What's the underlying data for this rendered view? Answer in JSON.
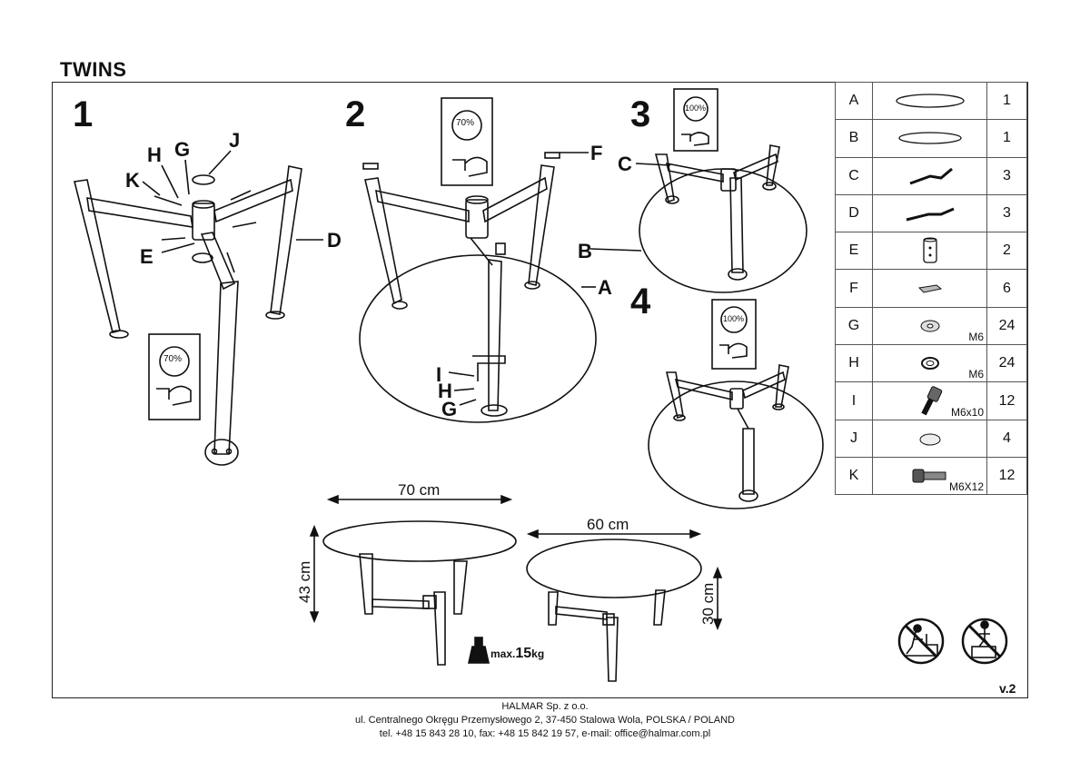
{
  "title": "TWINS",
  "steps": [
    "1",
    "2",
    "3",
    "4"
  ],
  "callouts": {
    "step1": [
      "K",
      "H",
      "G",
      "J",
      "E",
      "D"
    ],
    "step2": [
      "F",
      "A",
      "I",
      "H",
      "G"
    ],
    "step3": [
      "C",
      "B"
    ]
  },
  "tool_badges": [
    "70%",
    "70%",
    "100%",
    "100%"
  ],
  "dimensions": {
    "table_large_width": "70 cm",
    "table_large_height": "43 cm",
    "table_small_width": "60 cm",
    "table_small_height": "30 cm"
  },
  "max_load": {
    "prefix": "max.",
    "value": "15",
    "unit": "kg"
  },
  "parts": [
    {
      "id": "A",
      "icon": "large-ellipse-top-icon",
      "spec": "",
      "qty": "1"
    },
    {
      "id": "B",
      "icon": "small-ellipse-top-icon",
      "spec": "",
      "qty": "1"
    },
    {
      "id": "C",
      "icon": "leg-bar-icon",
      "spec": "",
      "qty": "3"
    },
    {
      "id": "D",
      "icon": "leg-bar-icon",
      "spec": "",
      "qty": "3"
    },
    {
      "id": "E",
      "icon": "connector-cylinder-icon",
      "spec": "",
      "qty": "2"
    },
    {
      "id": "F",
      "icon": "pad-icon",
      "spec": "",
      "qty": "6"
    },
    {
      "id": "G",
      "icon": "washer-icon",
      "spec": "M6",
      "qty": "24"
    },
    {
      "id": "H",
      "icon": "spring-washer-icon",
      "spec": "M6",
      "qty": "24"
    },
    {
      "id": "I",
      "icon": "allen-bolt-icon",
      "spec": "M6x10",
      "qty": "12"
    },
    {
      "id": "J",
      "icon": "cap-icon",
      "spec": "",
      "qty": "4"
    },
    {
      "id": "K",
      "icon": "bolt-icon",
      "spec": "M6X12",
      "qty": "12"
    }
  ],
  "version": "v.2",
  "footer": {
    "company": "HALMAR Sp. z o.o.",
    "address": "ul. Centralnego Okręgu Przemysłowego 2, 37-450 Stalowa Wola, POLSKA / POLAND",
    "contact": "tel. +48 15 843 28 10, fax: +48 15 842 19 57, e-mail: office@halmar.com.pl"
  }
}
